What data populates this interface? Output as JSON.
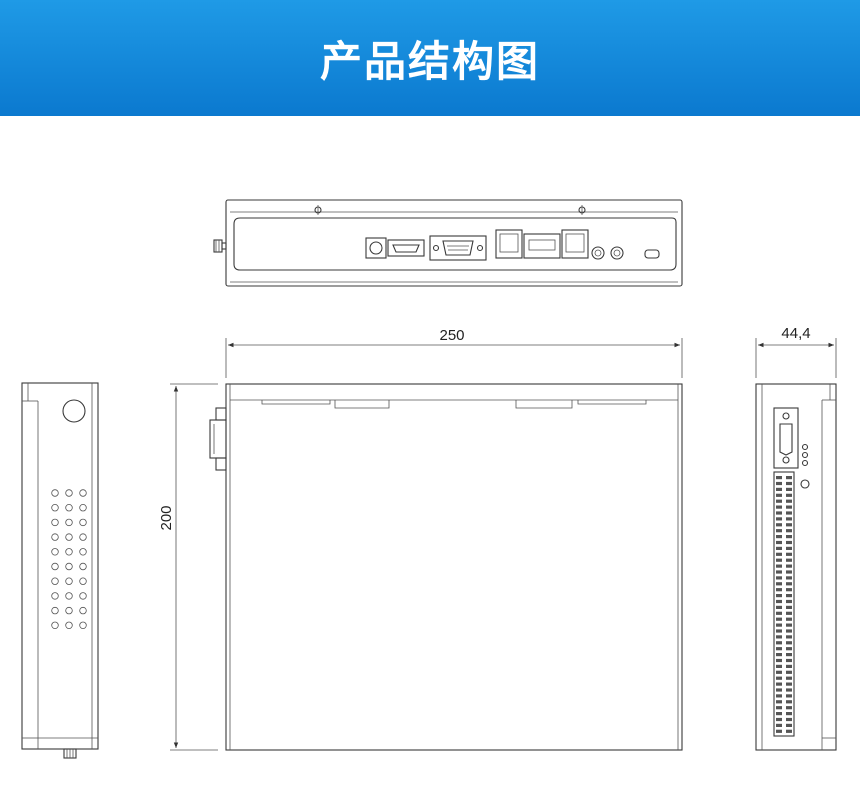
{
  "banner": {
    "title": "产品结构图"
  },
  "dimensions": {
    "width": "250",
    "height": "200",
    "depth": "44,4"
  }
}
